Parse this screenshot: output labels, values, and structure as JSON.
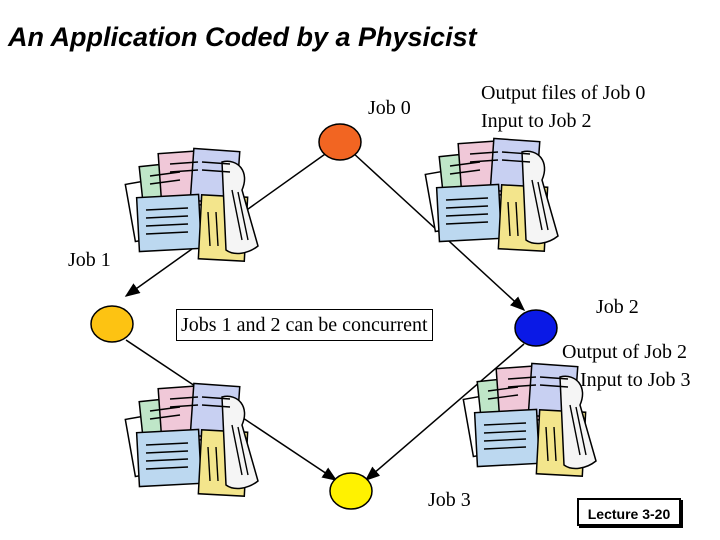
{
  "title": "An Application Coded by a Physicist",
  "nodes": {
    "job0": {
      "label": "Job 0",
      "color": "#f26522"
    },
    "job1": {
      "label": "Job 1",
      "color": "#fdc312"
    },
    "job2": {
      "label": "Job 2",
      "color": "#0a19e6"
    },
    "job3": {
      "label": "Job 3",
      "color": "#fff200"
    }
  },
  "files_job0": {
    "line1": "Output files of Job 0",
    "line2": "Input to Job 2"
  },
  "files_job2": {
    "line1": "Output of Job 2",
    "line2": "Input to Job 3"
  },
  "concurrency_note": "Jobs 1 and 2 can be concurrent",
  "footer": {
    "lecture": "Lecture 3-20"
  }
}
